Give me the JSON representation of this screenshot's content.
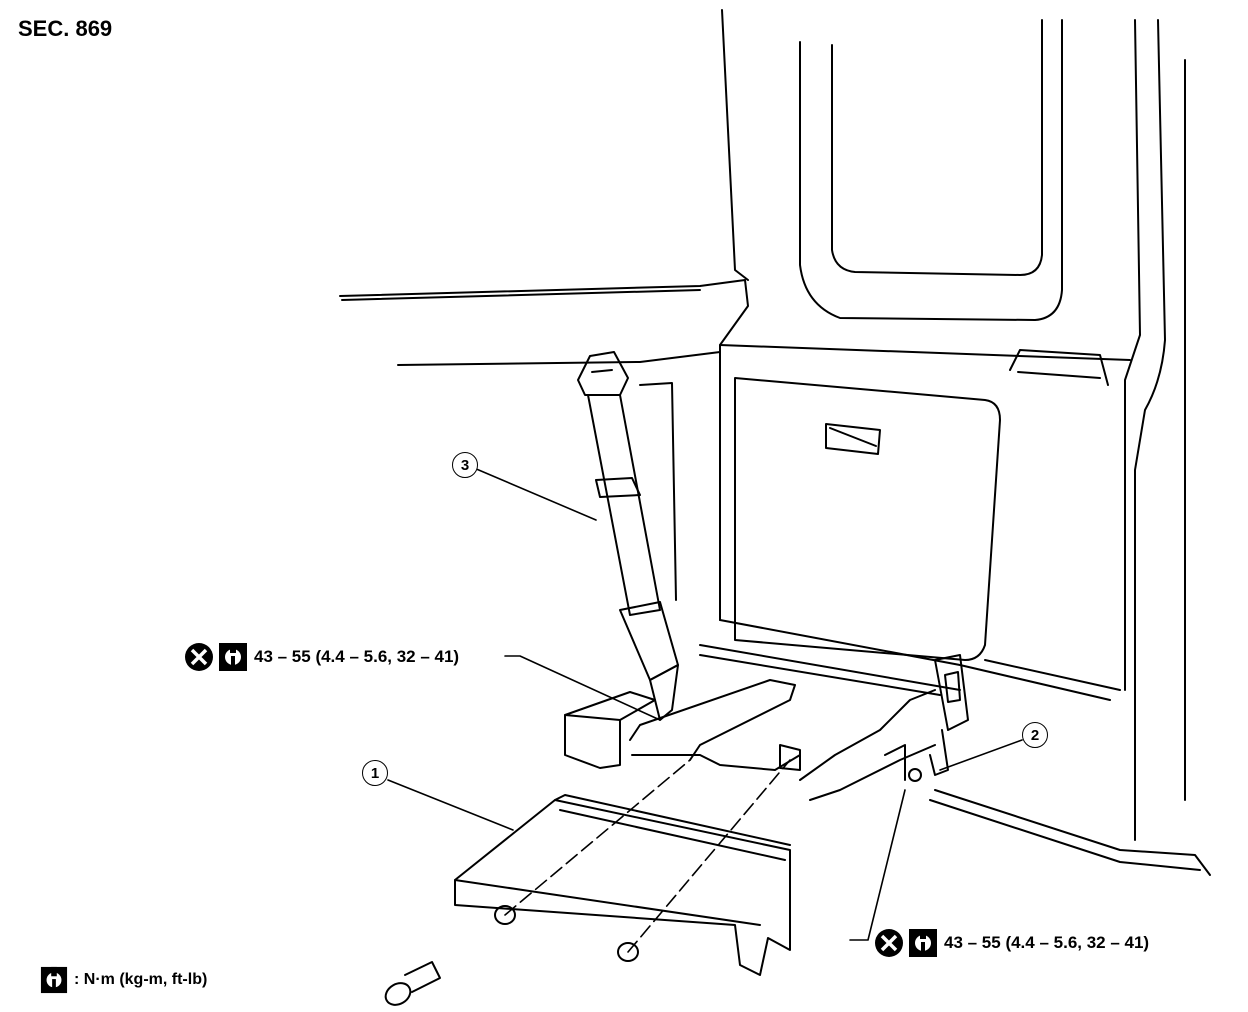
{
  "section": "SEC. 869",
  "callouts": [
    "1",
    "2",
    "3"
  ],
  "torque_specs": [
    {
      "value": "43 – 55 (4.4 – 5.6, 32 – 41)",
      "symbol": "do-not-reuse-icon",
      "tool": "torque-wrench-icon"
    },
    {
      "value": "43 – 55 (4.4 – 5.6, 32 – 41)",
      "symbol": "do-not-reuse-icon",
      "tool": "torque-wrench-icon"
    }
  ],
  "legend": {
    "symbol": "torque-wrench-icon",
    "text": ": N·m (kg-m, ft-lb)"
  }
}
